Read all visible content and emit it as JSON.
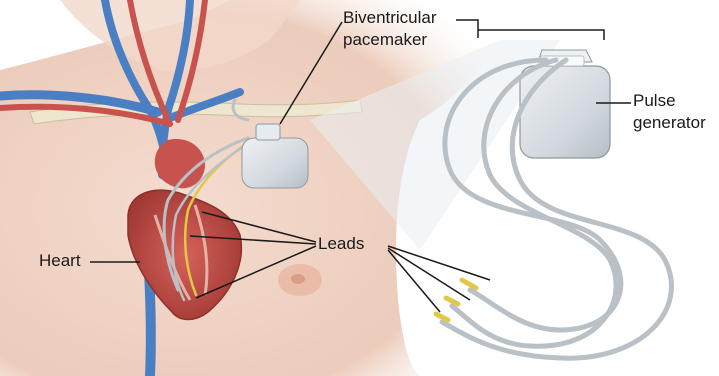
{
  "labels": {
    "biventricular": "Biventricular",
    "pacemaker": "pacemaker",
    "pulse": "Pulse",
    "generator": "generator",
    "leads": "Leads",
    "heart": "Heart"
  },
  "colors": {
    "skin": "#efd3c4",
    "skin_shadow": "#dcb8a6",
    "vein": "#4b7fc3",
    "artery": "#c8524e",
    "device": "#d9dfe4",
    "lead_wire": "#b9c0c6",
    "lead_tip": "#e2c84a",
    "heart_muscle": "#b8453f",
    "leader_line": "#1a1a1a"
  }
}
